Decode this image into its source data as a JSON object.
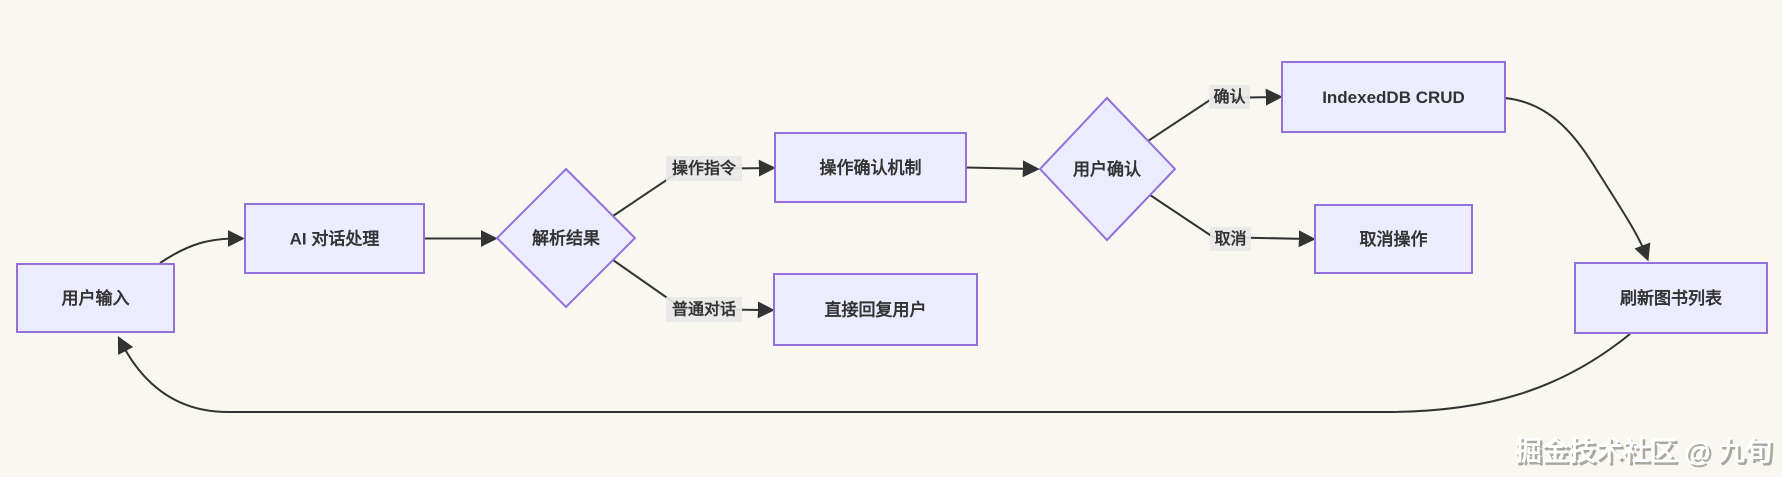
{
  "diagram": {
    "type": "flowchart-left-right",
    "nodes": {
      "user_input": {
        "label": "用户输入",
        "shape": "rect"
      },
      "ai_dialog": {
        "label": "AI 对话处理",
        "shape": "rect"
      },
      "parse_result": {
        "label": "解析结果",
        "shape": "diamond"
      },
      "op_confirm": {
        "label": "操作确认机制",
        "shape": "rect"
      },
      "direct_reply": {
        "label": "直接回复用户",
        "shape": "rect"
      },
      "user_confirm": {
        "label": "用户确认",
        "shape": "diamond"
      },
      "indexeddb_crud": {
        "label": "IndexedDB CRUD",
        "shape": "rect"
      },
      "cancel_op": {
        "label": "取消操作",
        "shape": "rect"
      },
      "refresh_list": {
        "label": "刷新图书列表",
        "shape": "rect"
      }
    },
    "edge_labels": {
      "op_command": "操作指令",
      "normal_chat": "普通对话",
      "confirm": "确认",
      "cancel": "取消"
    },
    "edges": [
      {
        "from": "用户输入",
        "to": "AI 对话处理",
        "label": ""
      },
      {
        "from": "AI 对话处理",
        "to": "解析结果",
        "label": ""
      },
      {
        "from": "解析结果",
        "to": "操作确认机制",
        "label": "操作指令"
      },
      {
        "from": "解析结果",
        "to": "直接回复用户",
        "label": "普通对话"
      },
      {
        "from": "操作确认机制",
        "to": "用户确认",
        "label": ""
      },
      {
        "from": "用户确认",
        "to": "IndexedDB CRUD",
        "label": "确认"
      },
      {
        "from": "用户确认",
        "to": "取消操作",
        "label": "取消"
      },
      {
        "from": "IndexedDB CRUD",
        "to": "刷新图书列表",
        "label": ""
      },
      {
        "from": "刷新图书列表",
        "to": "用户输入",
        "label": ""
      }
    ],
    "colors": {
      "background": "#f8f8f1",
      "node_fill": "#ECECFF",
      "node_border": "#9370DB",
      "edge": "#333333",
      "edge_label_bg": "#e8e8e8",
      "text": "#333333"
    }
  },
  "watermark": {
    "text": "掘金技术社区 @ 九旬"
  }
}
